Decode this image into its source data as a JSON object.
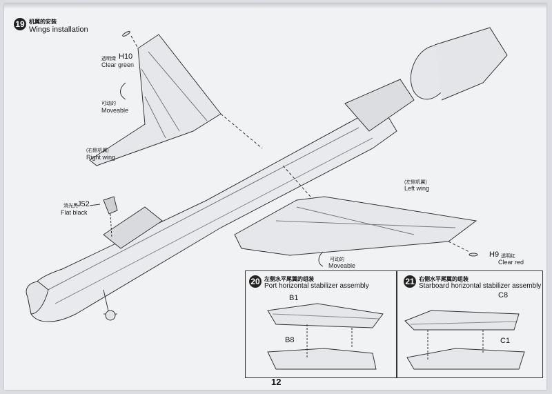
{
  "step19": {
    "number": "19",
    "title_cn": "机翼的安装",
    "title_en": "Wings installation",
    "labels": {
      "h10_cn": "透明绿",
      "h10_code": "H10",
      "h10_en": "Clear green",
      "moveable1_cn": "可动的",
      "moveable1_en": "Moveable",
      "right_wing_cn": "(右侧机翼)",
      "right_wing_en": "Right wing",
      "j52_cn": "消光黑",
      "j52_code": "J52",
      "j52_en": "Flat black",
      "left_wing_cn": "(左侧机翼)",
      "left_wing_en": "Left wing",
      "h9_code": "H9",
      "h9_cn": "透明红",
      "h9_en": "Clear red",
      "moveable2_cn": "可动的",
      "moveable2_en": "Moveable"
    }
  },
  "step20": {
    "number": "20",
    "title_cn": "左侧水平尾翼的组装",
    "title_en": "Port horizontal stabilizer assembly",
    "part_top": "B1",
    "part_bottom": "B8"
  },
  "step21": {
    "number": "21",
    "title_cn": "右侧水平尾翼的组装",
    "title_en": "Starboard horizontal stabilizer assembly",
    "part_top": "C8",
    "part_bottom": "C1"
  },
  "page_number": "12"
}
